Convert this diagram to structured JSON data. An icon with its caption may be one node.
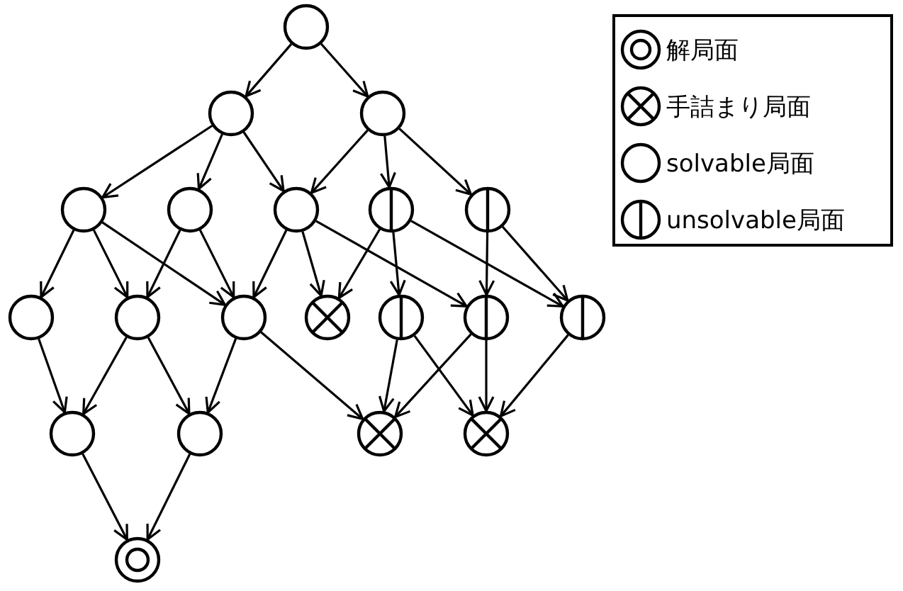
{
  "diagram": {
    "nodes": [
      {
        "text": [],
        "shape": "circle"
      },
      {
        "text": [],
        "shape": "circle"
      },
      {
        "text": [],
        "shape": "circle"
      },
      {
        "text": [],
        "shape": "circle"
      },
      {
        "text": [],
        "shape": "circle"
      },
      {
        "text": [],
        "shape": "circle"
      },
      {
        "text": [],
        "shape": "split-circle"
      },
      {
        "text": [],
        "shape": "split-circle"
      },
      {
        "text": [],
        "shape": "circle"
      },
      {
        "text": [],
        "shape": "circle"
      },
      {
        "text": [],
        "shape": "circle"
      },
      {
        "text": [],
        "shape": "crossed-circle"
      },
      {
        "text": [],
        "shape": "split-circle"
      },
      {
        "text": [],
        "shape": "split-circle"
      },
      {
        "text": [],
        "shape": "split-circle"
      },
      {
        "text": [],
        "shape": "circle"
      },
      {
        "text": [],
        "shape": "circle"
      },
      {
        "text": [],
        "shape": "crossed-circle"
      },
      {
        "text": [],
        "shape": "crossed-circle"
      },
      {
        "text": [],
        "shape": "double-circle"
      }
    ],
    "edges": [
      {
        "from": 0,
        "to": 1,
        "arrow": "to"
      },
      {
        "from": 0,
        "to": 2,
        "arrow": "to"
      },
      {
        "from": 1,
        "to": 3,
        "arrow": "to"
      },
      {
        "from": 1,
        "to": 4,
        "arrow": "to"
      },
      {
        "from": 1,
        "to": 5,
        "arrow": "to"
      },
      {
        "from": 2,
        "to": 5,
        "arrow": "to"
      },
      {
        "from": 2,
        "to": 6,
        "arrow": "to"
      },
      {
        "from": 2,
        "to": 7,
        "arrow": "to"
      },
      {
        "from": 3,
        "to": 8,
        "arrow": "to"
      },
      {
        "from": 3,
        "to": 9,
        "arrow": "to"
      },
      {
        "from": 3,
        "to": 10,
        "arrow": "to"
      },
      {
        "from": 4,
        "to": 9,
        "arrow": "to"
      },
      {
        "from": 4,
        "to": 10,
        "arrow": "to"
      },
      {
        "from": 5,
        "to": 10,
        "arrow": "to"
      },
      {
        "from": 5,
        "to": 11,
        "arrow": "to"
      },
      {
        "from": 5,
        "to": 13,
        "arrow": "to"
      },
      {
        "from": 6,
        "to": 11,
        "arrow": "to"
      },
      {
        "from": 6,
        "to": 12,
        "arrow": "to"
      },
      {
        "from": 6,
        "to": 14,
        "arrow": "to"
      },
      {
        "from": 7,
        "to": 13,
        "arrow": "to"
      },
      {
        "from": 7,
        "to": 14,
        "arrow": "to"
      },
      {
        "from": 8,
        "to": 15,
        "arrow": "to"
      },
      {
        "from": 9,
        "to": 15,
        "arrow": "to"
      },
      {
        "from": 9,
        "to": 16,
        "arrow": "to"
      },
      {
        "from": 10,
        "to": 16,
        "arrow": "to"
      },
      {
        "from": 10,
        "to": 17,
        "arrow": "to"
      },
      {
        "from": 12,
        "to": 17,
        "arrow": "to"
      },
      {
        "from": 12,
        "to": 18,
        "arrow": "to"
      },
      {
        "from": 13,
        "to": 17,
        "arrow": "to"
      },
      {
        "from": 13,
        "to": 18,
        "arrow": "to"
      },
      {
        "from": 14,
        "to": 18,
        "arrow": "to"
      },
      {
        "from": 15,
        "to": 19,
        "arrow": "to"
      },
      {
        "from": 16,
        "to": 19,
        "arrow": "to"
      }
    ],
    "legend": [
      {
        "text": "解局面"
      },
      {
        "text": "手詰まり局面"
      },
      {
        "text": "solvable局面"
      },
      {
        "text": "unsolvable局面"
      }
    ]
  }
}
